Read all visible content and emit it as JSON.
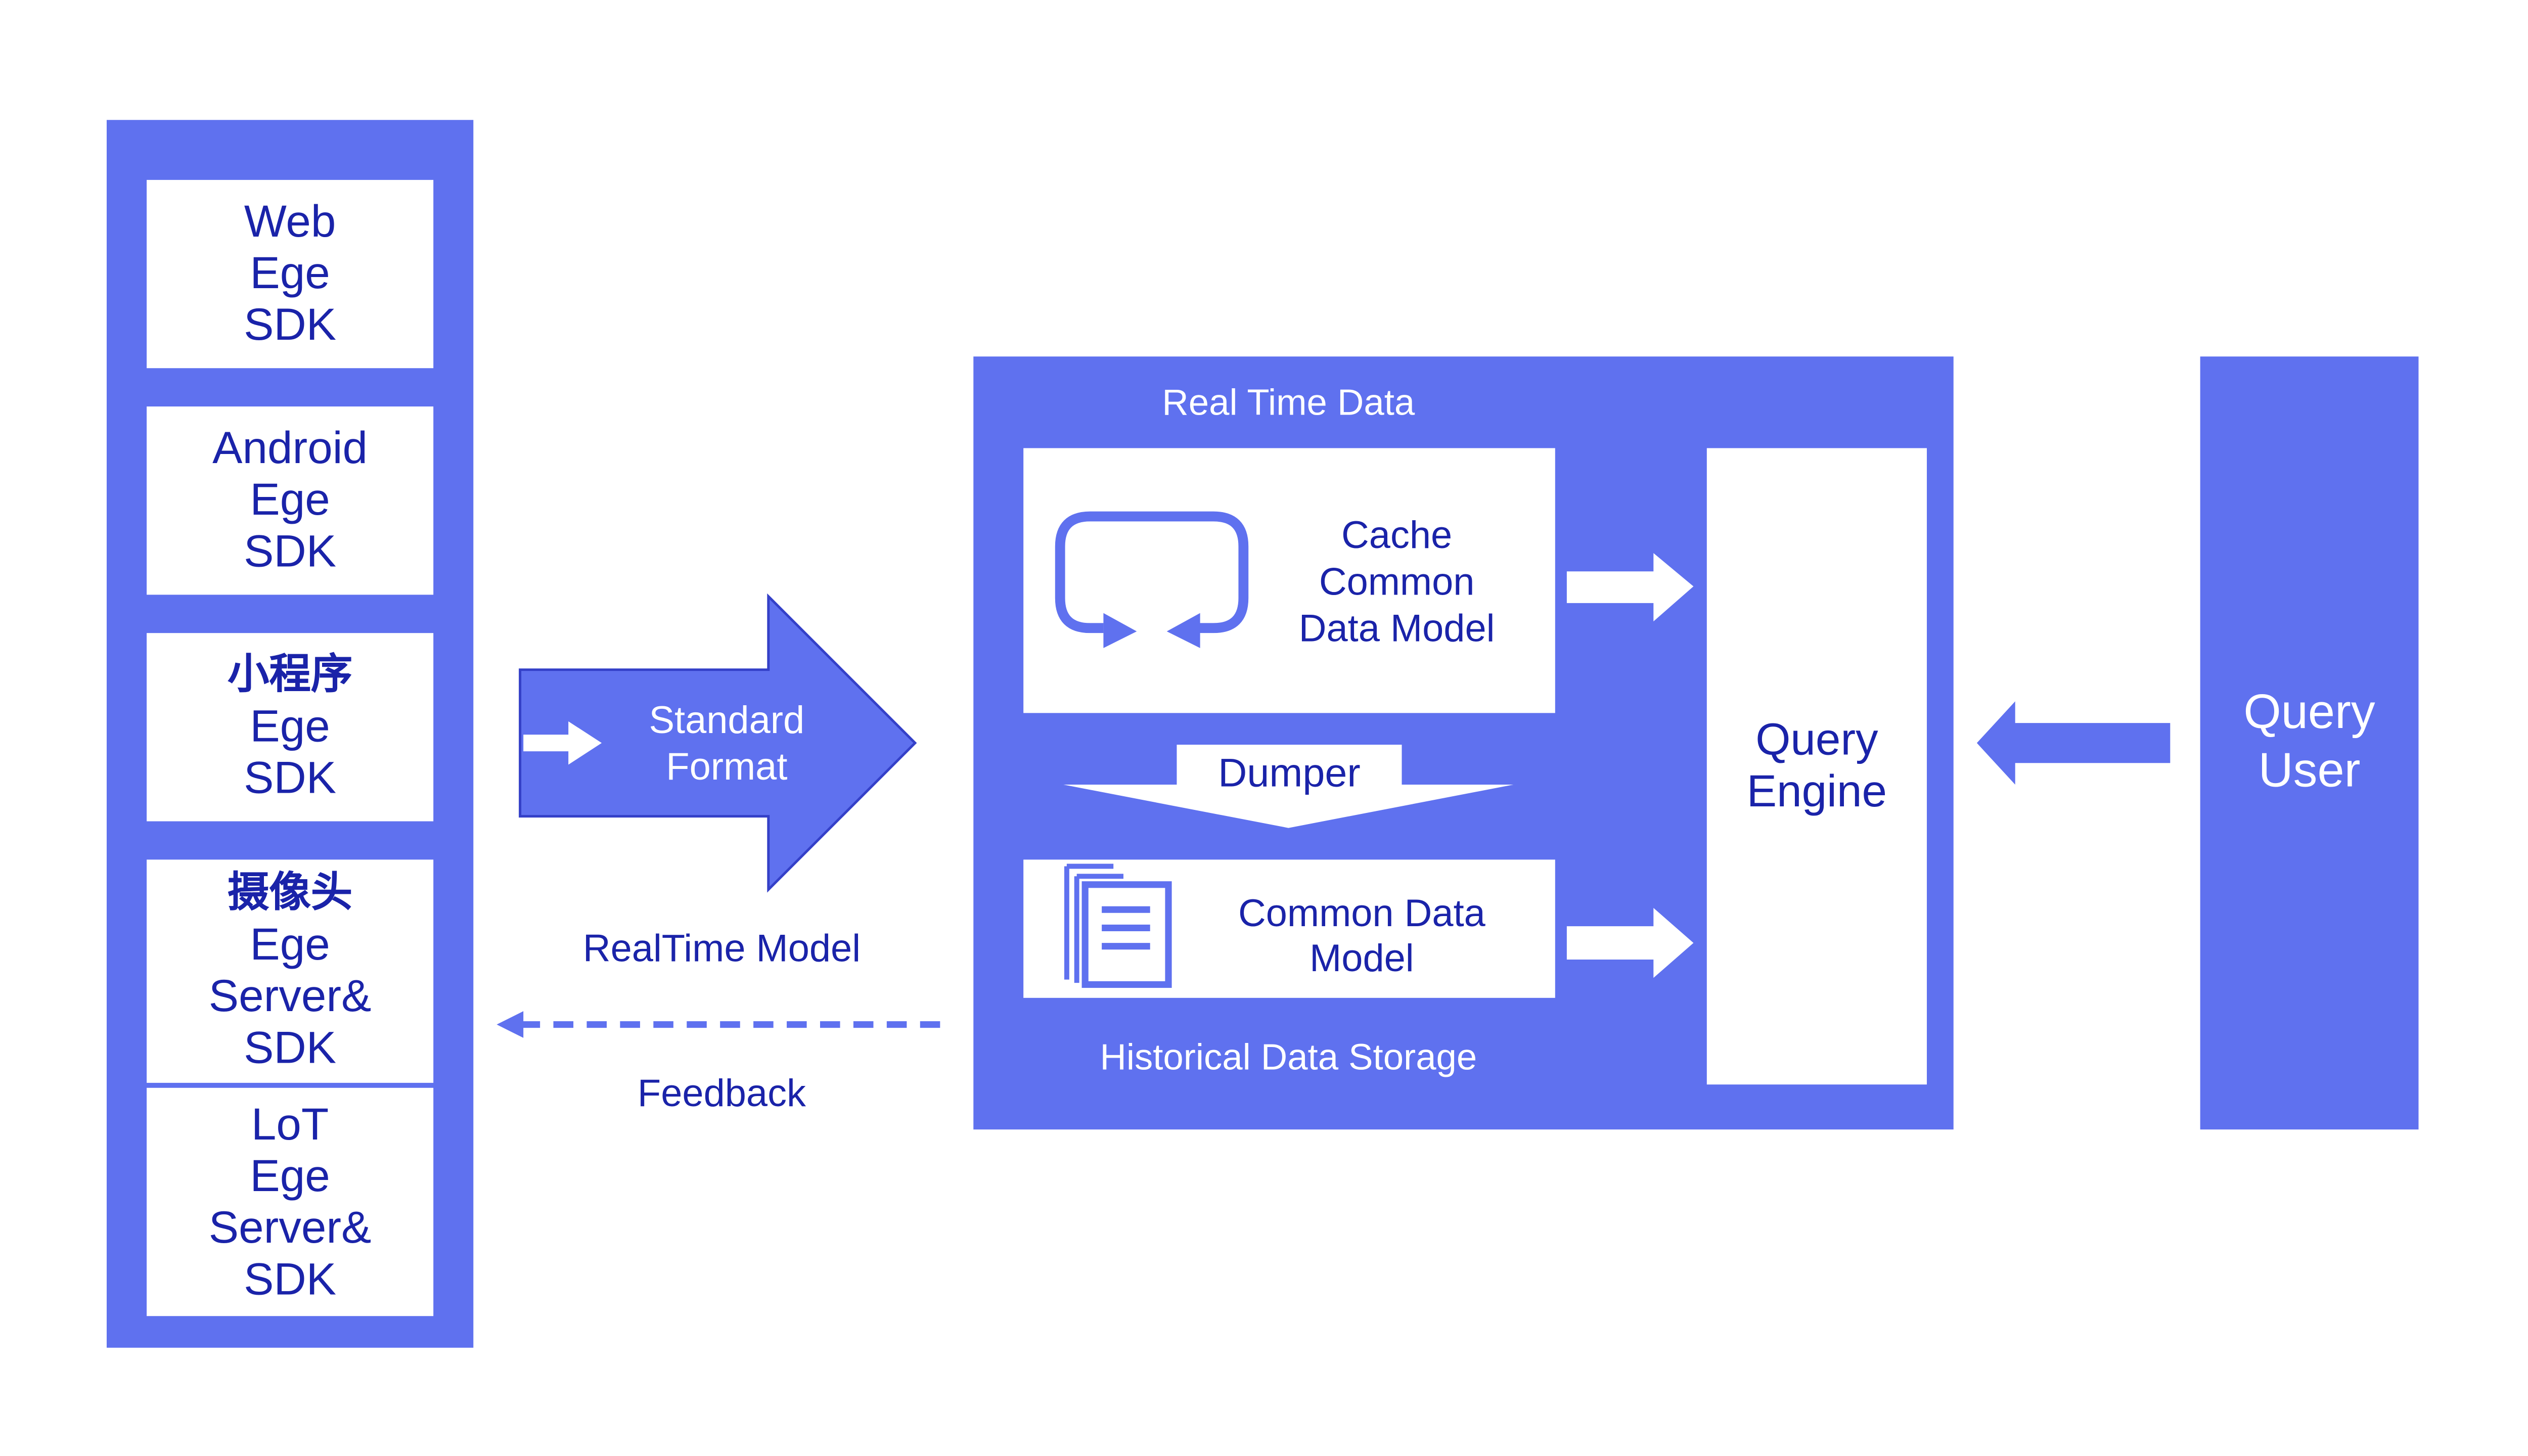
{
  "sources": [
    {
      "lines": [
        "Web",
        "Ege",
        "SDK"
      ]
    },
    {
      "lines": [
        "Android",
        "Ege",
        "SDK"
      ]
    },
    {
      "lines": [
        "小程序",
        "Ege",
        "SDK"
      ]
    },
    {
      "lines": [
        "摄像头",
        "Ege",
        "Server&",
        "SDK"
      ]
    },
    {
      "lines": [
        "LoT",
        "Ege",
        "Server&",
        "SDK"
      ]
    }
  ],
  "standard_format": {
    "line1": "Standard",
    "line2": "Format"
  },
  "realtime_model_label": "RealTime Model",
  "feedback_label": "Feedback",
  "platform": {
    "real_time_data_label": "Real Time Data",
    "cache": {
      "line1": "Cache",
      "line2": "Common",
      "line3": "Data Model"
    },
    "dumper_label": "Dumper",
    "storage": {
      "line1": "Common Data",
      "line2": "Model"
    },
    "historical_label": "Historical Data Storage",
    "query_engine": {
      "line1": "Query",
      "line2": "Engine"
    }
  },
  "query_user": {
    "line1": "Query",
    "line2": "User"
  },
  "colors": {
    "accent": "#5f71ef",
    "text_dark": "#1a23a9",
    "background": "#ffffff"
  }
}
